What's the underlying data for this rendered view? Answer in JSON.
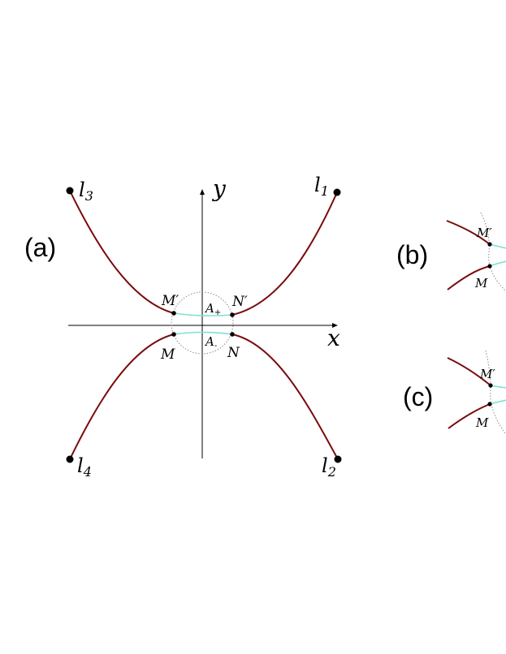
{
  "panels": {
    "a": {
      "label": "(a)"
    },
    "b": {
      "label": "(b)"
    },
    "c": {
      "label": "(c)"
    }
  },
  "axes": {
    "x": "x",
    "y": "y"
  },
  "endpoints": {
    "l1": {
      "base": "l",
      "sub": "1"
    },
    "l2": {
      "base": "l",
      "sub": "2"
    },
    "l3": {
      "base": "l",
      "sub": "3"
    },
    "l4": {
      "base": "l",
      "sub": "4"
    }
  },
  "points": {
    "M": "M",
    "N": "N",
    "M_prime": "M′",
    "N_prime": "N′"
  },
  "areas": {
    "A_plus": {
      "base": "A",
      "sub": "+"
    },
    "A_minus": {
      "base": "A",
      "sub": "-"
    }
  },
  "colors": {
    "curve": "#7a0b0b",
    "bridge": "#7fe0d0",
    "dotted_circle": "#8a8a8a"
  }
}
